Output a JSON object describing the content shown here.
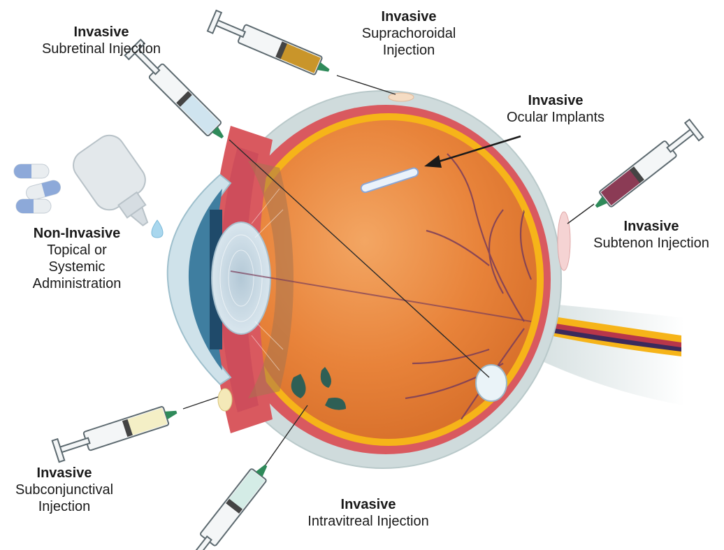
{
  "labels": {
    "subretinal": {
      "title": "Invasive",
      "subtitle": "Subretinal Injection"
    },
    "suprachoroidal": {
      "title": "Invasive",
      "subtitle": "Suprachoroidal\nInjection"
    },
    "implants": {
      "title": "Invasive",
      "subtitle": "Ocular Implants"
    },
    "subtenon": {
      "title": "Invasive",
      "subtitle": "Subtenon Injection"
    },
    "noninvasive": {
      "title": "Non-Invasive",
      "subtitle": "Topical or\nSystemic\nAdministration"
    },
    "subconjunctival": {
      "title": "Invasive",
      "subtitle": "Subconjunctival\nInjection"
    },
    "intravitreal": {
      "title": "Invasive",
      "subtitle": "Intravitreal Injection"
    }
  },
  "colors": {
    "sclera": "#cfdbdc",
    "choroid": "#d9595f",
    "retina": "#f6b419",
    "vitreous": "#e8833a",
    "lens": "#c7dbe8",
    "cornea": "#3f7ea0",
    "vessel": "#7a3d5a",
    "drug_green": "#2f5f55",
    "pill_blue": "#8da9d9"
  },
  "syringes": [
    {
      "id": "subretinal",
      "fluid": "#cfe4ef"
    },
    {
      "id": "suprachoroidal",
      "fluid": "#c9952a"
    },
    {
      "id": "subtenon",
      "fluid": "#8b3b55"
    },
    {
      "id": "subconjunctival",
      "fluid": "#f4efc6"
    },
    {
      "id": "intravitreal",
      "fluid": "#d4ece6"
    }
  ]
}
